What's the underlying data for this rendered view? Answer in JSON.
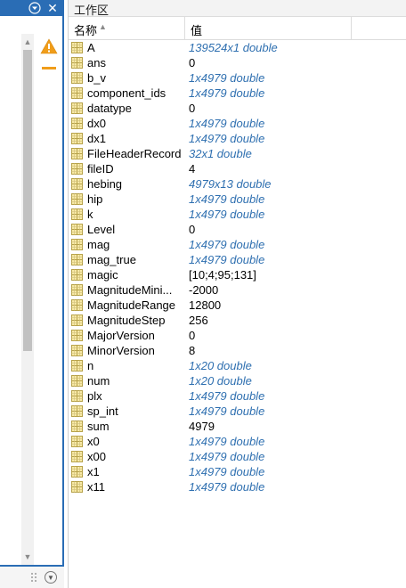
{
  "workspace": {
    "title": "工作区",
    "columns": {
      "name": "名称",
      "value": "值"
    },
    "variables": [
      {
        "name": "A",
        "value": "139524x1 double",
        "is_meta": true
      },
      {
        "name": "ans",
        "value": "0",
        "is_meta": false
      },
      {
        "name": "b_v",
        "value": "1x4979 double",
        "is_meta": true
      },
      {
        "name": "component_ids",
        "value": "1x4979 double",
        "is_meta": true
      },
      {
        "name": "datatype",
        "value": "0",
        "is_meta": false
      },
      {
        "name": "dx0",
        "value": "1x4979 double",
        "is_meta": true
      },
      {
        "name": "dx1",
        "value": "1x4979 double",
        "is_meta": true
      },
      {
        "name": "FileHeaderRecord",
        "value": "32x1 double",
        "is_meta": true
      },
      {
        "name": "fileID",
        "value": "4",
        "is_meta": false
      },
      {
        "name": "hebing",
        "value": "4979x13 double",
        "is_meta": true
      },
      {
        "name": "hip",
        "value": "1x4979 double",
        "is_meta": true
      },
      {
        "name": "k",
        "value": "1x4979 double",
        "is_meta": true
      },
      {
        "name": "Level",
        "value": "0",
        "is_meta": false
      },
      {
        "name": "mag",
        "value": "1x4979 double",
        "is_meta": true
      },
      {
        "name": "mag_true",
        "value": "1x4979 double",
        "is_meta": true
      },
      {
        "name": "magic",
        "value": "[10;4;95;131]",
        "is_meta": false
      },
      {
        "name": "MagnitudeMini...",
        "value": "-2000",
        "is_meta": false
      },
      {
        "name": "MagnitudeRange",
        "value": "12800",
        "is_meta": false
      },
      {
        "name": "MagnitudeStep",
        "value": "256",
        "is_meta": false
      },
      {
        "name": "MajorVersion",
        "value": "0",
        "is_meta": false
      },
      {
        "name": "MinorVersion",
        "value": "8",
        "is_meta": false
      },
      {
        "name": "n",
        "value": "1x20 double",
        "is_meta": true
      },
      {
        "name": "num",
        "value": "1x20 double",
        "is_meta": true
      },
      {
        "name": "plx",
        "value": "1x4979 double",
        "is_meta": true
      },
      {
        "name": "sp_int",
        "value": "1x4979 double",
        "is_meta": true
      },
      {
        "name": "sum",
        "value": "4979",
        "is_meta": false
      },
      {
        "name": "x0",
        "value": "1x4979 double",
        "is_meta": true
      },
      {
        "name": "x00",
        "value": "1x4979 double",
        "is_meta": true
      },
      {
        "name": "x1",
        "value": "1x4979 double",
        "is_meta": true
      },
      {
        "name": "x11",
        "value": "1x4979 double",
        "is_meta": true
      }
    ]
  },
  "icons": {
    "variable": "matrix-variable-icon",
    "warning": "warning-icon",
    "panel_menu": "panel-menu-icon",
    "panel_close": "close-icon"
  },
  "colors": {
    "accent_blue": "#2a6db5",
    "meta_value": "#2e6fb0",
    "warning": "#f09d1a"
  }
}
